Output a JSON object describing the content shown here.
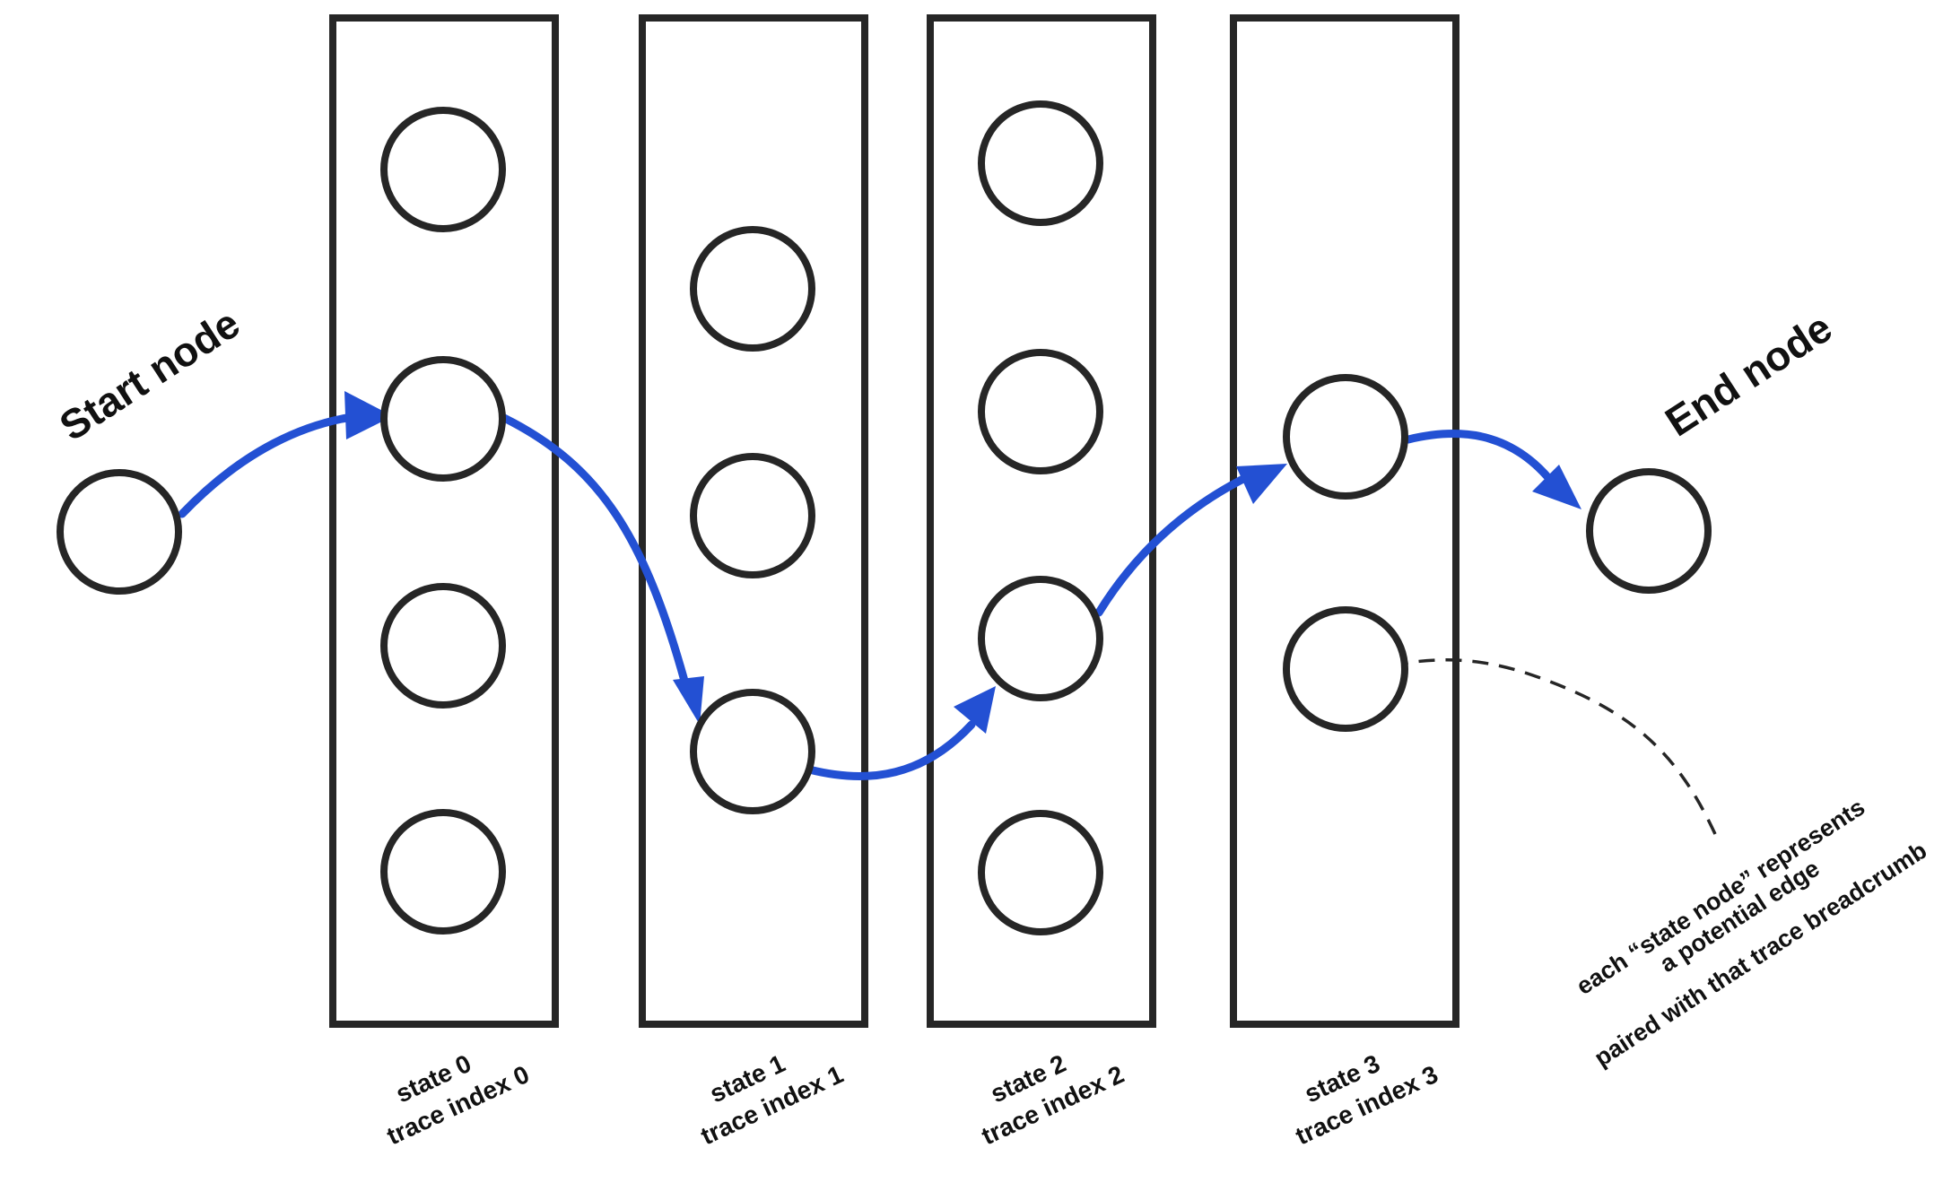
{
  "labels": {
    "start": "Start node",
    "end": "End node"
  },
  "columns": [
    {
      "state": "state 0",
      "trace": "trace index 0"
    },
    {
      "state": "state 1",
      "trace": "trace index 1"
    },
    {
      "state": "state 2",
      "trace": "trace index 2"
    },
    {
      "state": "state 3",
      "trace": "trace index 3"
    }
  ],
  "note": {
    "line1": "each “state node” represents",
    "line2": "a potential edge",
    "line3": "paired with that trace breadcrumb"
  },
  "colors": {
    "path": "#2350d3",
    "outline": "#262626"
  }
}
